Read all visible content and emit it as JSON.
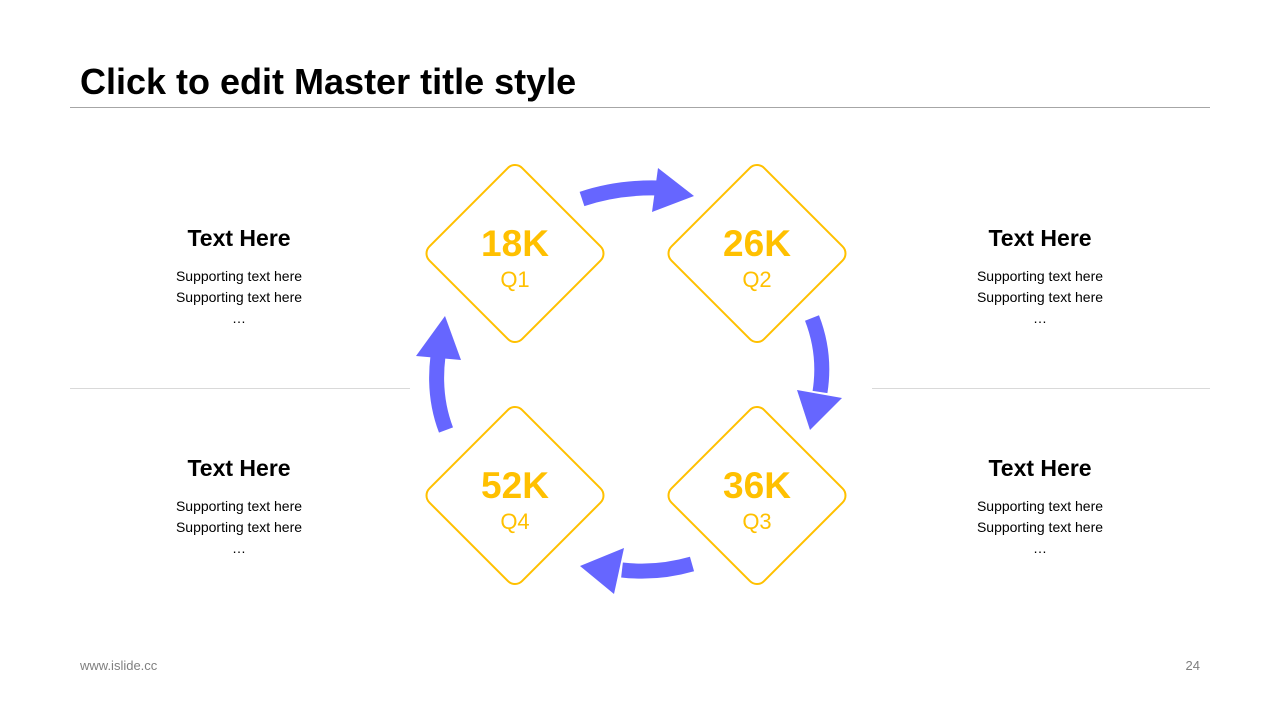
{
  "slide": {
    "title": "Click to edit Master title style",
    "footer_url": "www.islide.cc",
    "page_number": "24"
  },
  "colors": {
    "diamond": "#FFC000",
    "arrow": "#6666FF",
    "rule": "#A6A6A6"
  },
  "quarters": [
    {
      "value": "18K",
      "label": "Q1"
    },
    {
      "value": "26K",
      "label": "Q2"
    },
    {
      "value": "36K",
      "label": "Q3"
    },
    {
      "value": "52K",
      "label": "Q4"
    }
  ],
  "blocks": [
    {
      "heading": "Text Here",
      "line1": "Supporting text here",
      "line2": "Supporting text here",
      "line3": "…"
    },
    {
      "heading": "Text Here",
      "line1": "Supporting text here",
      "line2": "Supporting text here",
      "line3": "…"
    },
    {
      "heading": "Text Here",
      "line1": "Supporting text here",
      "line2": "Supporting text here",
      "line3": "…"
    },
    {
      "heading": "Text Here",
      "line1": "Supporting text here",
      "line2": "Supporting text here",
      "line3": "…"
    }
  ]
}
